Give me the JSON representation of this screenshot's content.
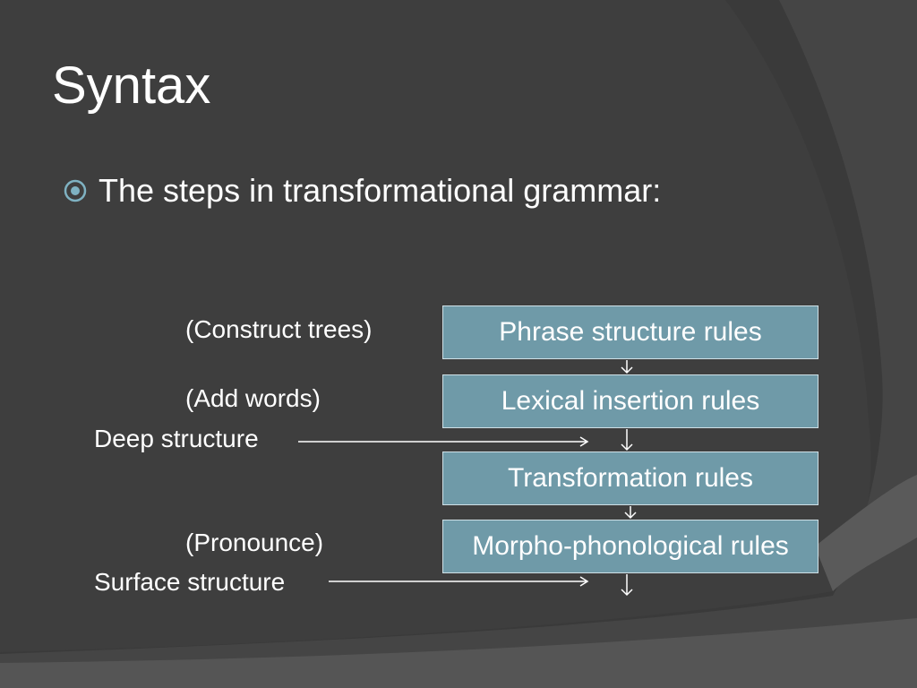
{
  "slide": {
    "title": "Syntax",
    "bullet": "The steps in transformational grammar:"
  },
  "diagram": {
    "steps": [
      {
        "rule": "Phrase structure rules",
        "note": "(Construct trees)"
      },
      {
        "rule": "Lexical insertion rules",
        "note": "(Add words)"
      },
      {
        "rule": "Transformation rules",
        "note": ""
      },
      {
        "rule": "Morpho-phonological rules",
        "note": "(Pronounce)"
      }
    ],
    "outputs": [
      {
        "label": "Deep structure"
      },
      {
        "label": "Surface structure"
      }
    ]
  },
  "colors": {
    "background": "#3a3a3a",
    "box_fill": "#6f9aa8",
    "box_border": "#cfe0e6",
    "text": "#ffffff",
    "bullet_accent": "#7fb2c2"
  },
  "icons": {
    "bullet": "radio-target-icon"
  }
}
